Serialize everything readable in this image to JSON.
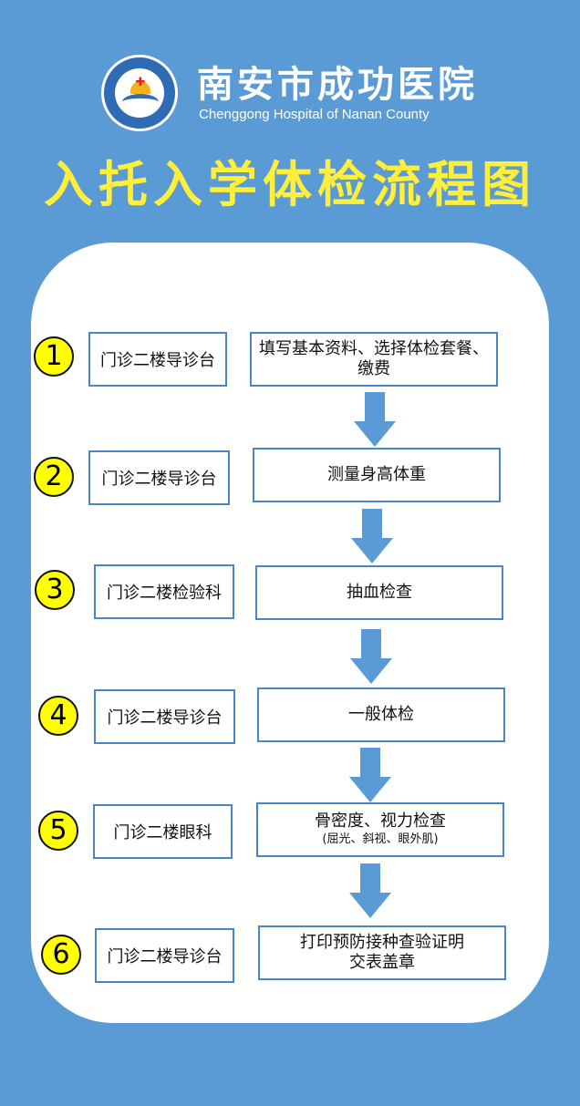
{
  "header": {
    "hospital_name": "南安市成功医院",
    "hospital_name_en": "Chenggong Hospital of Nanan County"
  },
  "title": "入托入学体检流程图",
  "colors": {
    "background": "#5b9bd5",
    "title": "#ffef3a",
    "step_circle": "#ffff00",
    "box_border": "#4a86c5",
    "arrow": "#5b9bd5"
  },
  "steps": [
    {
      "number": "1",
      "location": "门诊二楼导诊台",
      "task": "填写基本资料、选择体检套餐、",
      "task_line2": "缴费",
      "task_sub": ""
    },
    {
      "number": "2",
      "location": "门诊二楼导诊台",
      "task": "测量身高体重",
      "task_line2": "",
      "task_sub": ""
    },
    {
      "number": "3",
      "location": "门诊二楼检验科",
      "task": "抽血检查",
      "task_line2": "",
      "task_sub": ""
    },
    {
      "number": "4",
      "location": "门诊二楼导诊台",
      "task": "一般体检",
      "task_line2": "",
      "task_sub": ""
    },
    {
      "number": "5",
      "location": "门诊二楼眼科",
      "task": "骨密度、视力检查",
      "task_line2": "",
      "task_sub": "(屈光、斜视、眼外肌)"
    },
    {
      "number": "6",
      "location": "门诊二楼导诊台",
      "task": "打印预防接种查验证明",
      "task_line2": "交表盖章",
      "task_sub": ""
    }
  ]
}
